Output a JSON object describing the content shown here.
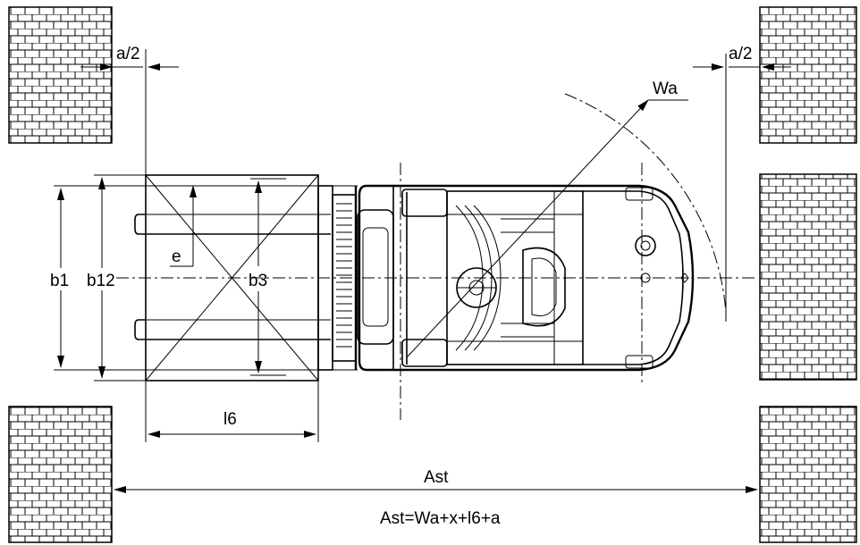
{
  "labels": {
    "half_clearance_left": "a/2",
    "half_clearance_right": "a/2",
    "turning_radius": "Wa",
    "fork_offset": "e",
    "overall_width": "b1",
    "wheel_track_width": "b12",
    "pallet_width": "b3",
    "load_length": "l6",
    "aisle_width": "Ast",
    "aisle_formula": "Ast=Wa+x+l6+a"
  },
  "colors": {
    "line": "#000000",
    "background": "#ffffff"
  }
}
